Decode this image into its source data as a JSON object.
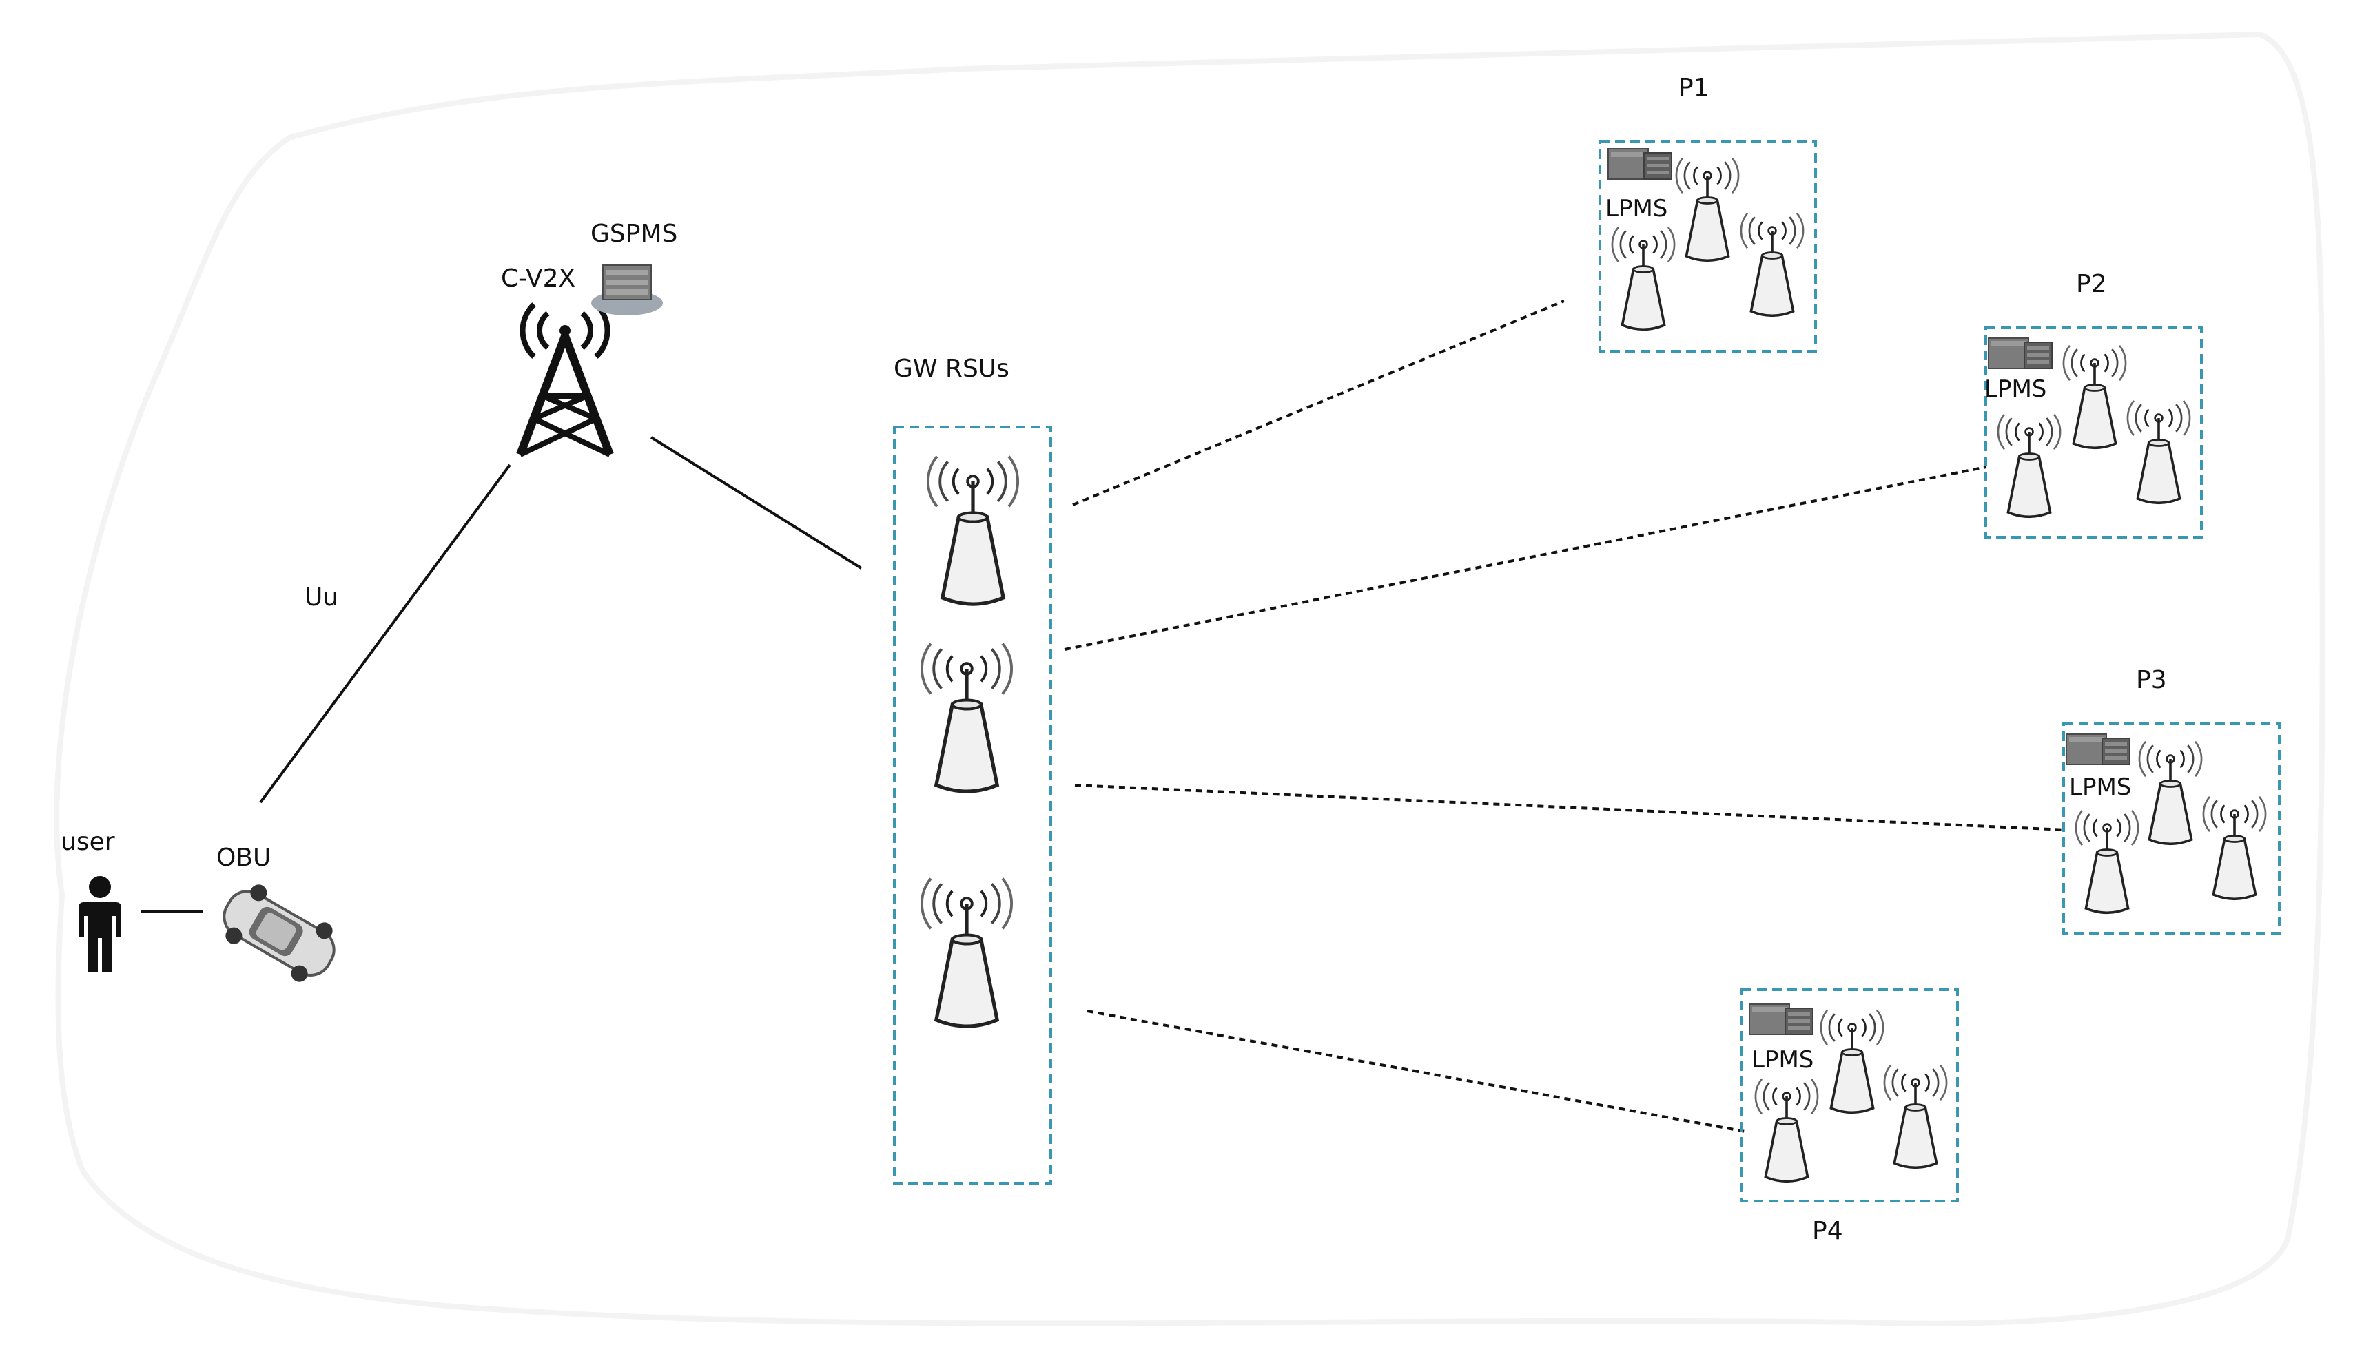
{
  "labels": {
    "user": "user",
    "obu": "OBU",
    "uu": "Uu",
    "cv2x": "C-V2X",
    "gspms": "GSPMS",
    "gw_rsus": "GW RSUs",
    "lpms": "LPMS"
  },
  "parking_areas": [
    {
      "name": "P1",
      "lpms_label": "LPMS"
    },
    {
      "name": "P2",
      "lpms_label": "LPMS"
    },
    {
      "name": "P3",
      "lpms_label": "LPMS"
    },
    {
      "name": "P4",
      "lpms_label": "LPMS"
    }
  ],
  "colors": {
    "box_border": "#3a97b2",
    "line": "#111111",
    "background_blob": "#ffffff"
  },
  "icons": [
    "person-icon",
    "car-icon",
    "cell-tower-icon",
    "server-icon",
    "rsu-antenna-icon"
  ]
}
